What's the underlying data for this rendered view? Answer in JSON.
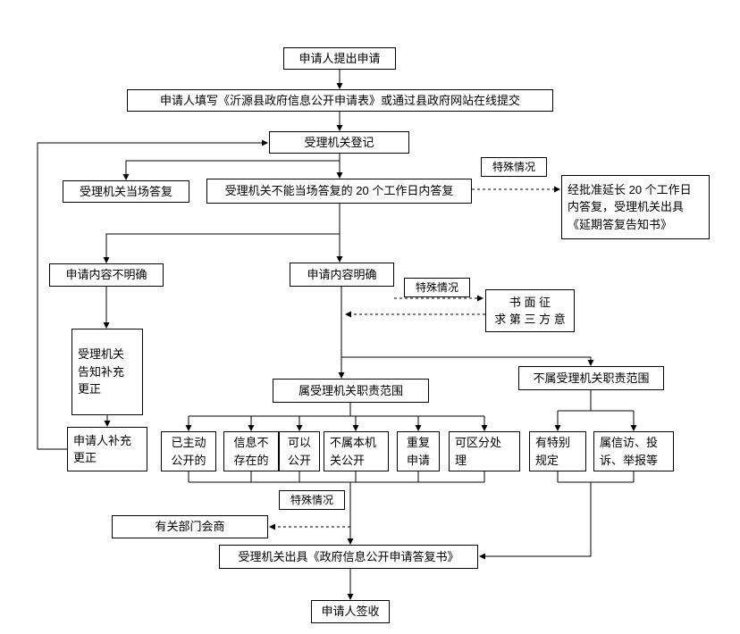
{
  "diagram": {
    "nodes": {
      "apply": "申请人提出申请",
      "fill_form": "申请人填写《沂源县政府信息公开申请表》或通过县政府网站在线提交",
      "register": "受理机关登记",
      "onspot_reply": "受理机关当场答复",
      "reply_20days": "受理机关不能当场答复的 20 个工作日内答复",
      "special_case_1": "特殊情况",
      "extension": "经批准延长 20 个工作日\n内答复，受理机关出具\n《延期答复告知书》",
      "unclear": "申请内容不明确",
      "clear": "申请内容明确",
      "special_case_2": "特殊情况",
      "third_party": "书 面 征\n求 第 三 方 意",
      "notify_supplement": "受理机关\n告知补充\n更正",
      "supplement": "申请人补充\n更正",
      "in_scope": "属受理机关职责范围",
      "out_scope": "不属受理机关职责范围",
      "already_public": "已主动\n公开的",
      "not_exist": "信息不\n存在的",
      "can_public": "可以\n公开",
      "not_this_org": "不属本机\n关公开",
      "repeat_apply": "重复\n申请",
      "divisible": "可区分处\n理",
      "special_rule": "有特别\n规定",
      "petition": "属信访、投\n诉、举报等",
      "special_case_3": "特殊情况",
      "consult": "有关部门会商",
      "reply_doc": "受理机关出具《政府信息公开申请答复书》",
      "sign": "申请人签收"
    },
    "line_color": "#000000",
    "box_background": "#ffffff"
  }
}
